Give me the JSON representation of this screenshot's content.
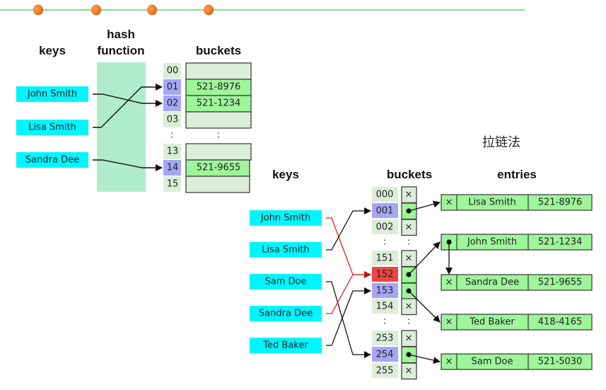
{
  "colors": {
    "timeline_line": "#8fe09a",
    "timeline_dot": "#f07a22",
    "key_bg": "#00f5ff",
    "hash_fn_bg": "#aeeccd",
    "index_bg": "#dcedd9",
    "index_hit_bg": "#a6a6f5",
    "index_collision_bg": "#ef4444",
    "bucket_empty_bg": "#dcedd9",
    "bucket_filled_bg": "#9ef59a",
    "arrow": "#111111",
    "arrow_red": "#dd2222"
  },
  "top_timeline": {
    "dots": 4
  },
  "diagram1": {
    "headers": {
      "keys": "keys",
      "hash_line1": "hash",
      "hash_line2": "function",
      "buckets": "buckets"
    },
    "keys": [
      "John Smith",
      "Lisa Smith",
      "Sandra Dee"
    ],
    "rows": [
      {
        "index": "00",
        "value": "",
        "state": "empty"
      },
      {
        "index": "01",
        "value": "521-8976",
        "state": "hit"
      },
      {
        "index": "02",
        "value": "521-1234",
        "state": "hit"
      },
      {
        "index": "03",
        "value": "",
        "state": "empty"
      },
      {
        "index": ":",
        "value": ":",
        "state": "ellipsis"
      },
      {
        "index": "13",
        "value": "",
        "state": "empty"
      },
      {
        "index": "14",
        "value": "521-9655",
        "state": "hit"
      },
      {
        "index": "15",
        "value": "",
        "state": "empty"
      }
    ],
    "mappings": [
      {
        "key": "John Smith",
        "index": "02"
      },
      {
        "key": "Lisa Smith",
        "index": "01"
      },
      {
        "key": "Sandra Dee",
        "index": "14"
      }
    ]
  },
  "diagram2": {
    "title": "拉链法",
    "headers": {
      "keys": "keys",
      "buckets": "buckets",
      "entries": "entries"
    },
    "keys": [
      "John Smith",
      "Lisa Smith",
      "Sam Doe",
      "Sandra Dee",
      "Ted Baker"
    ],
    "null_symbol": "×",
    "ellipsis": ":",
    "rows": [
      {
        "index": "000",
        "state": "empty"
      },
      {
        "index": "001",
        "state": "hit"
      },
      {
        "index": "002",
        "state": "empty"
      },
      {
        "index": ":",
        "state": "ellipsis"
      },
      {
        "index": "151",
        "state": "empty"
      },
      {
        "index": "152",
        "state": "collision"
      },
      {
        "index": "153",
        "state": "hit"
      },
      {
        "index": "154",
        "state": "empty"
      },
      {
        "index": ":",
        "state": "ellipsis"
      },
      {
        "index": "253",
        "state": "empty"
      },
      {
        "index": "254",
        "state": "hit"
      },
      {
        "index": "255",
        "state": "empty"
      }
    ],
    "entries": [
      {
        "name": "Lisa Smith",
        "phone": "521-8976",
        "next": "null"
      },
      {
        "name": "John Smith",
        "phone": "521-1234",
        "next": "Sandra Dee"
      },
      {
        "name": "Sandra Dee",
        "phone": "521-9655",
        "next": "null"
      },
      {
        "name": "Ted Baker",
        "phone": "418-4165",
        "next": "null"
      },
      {
        "name": "Sam Doe",
        "phone": "521-5030",
        "next": "null"
      }
    ],
    "mappings": [
      {
        "key": "John Smith",
        "index": "152",
        "collision": true
      },
      {
        "key": "Lisa Smith",
        "index": "001",
        "collision": false
      },
      {
        "key": "Sam Doe",
        "index": "254",
        "collision": false
      },
      {
        "key": "Sandra Dee",
        "index": "152",
        "collision": true
      },
      {
        "key": "Ted Baker",
        "index": "153",
        "collision": false
      }
    ],
    "bucket_links": [
      {
        "index": "001",
        "entry": "Lisa Smith"
      },
      {
        "index": "152",
        "entry": "John Smith"
      },
      {
        "index": "153",
        "entry": "Ted Baker"
      },
      {
        "index": "254",
        "entry": "Sam Doe"
      }
    ]
  }
}
